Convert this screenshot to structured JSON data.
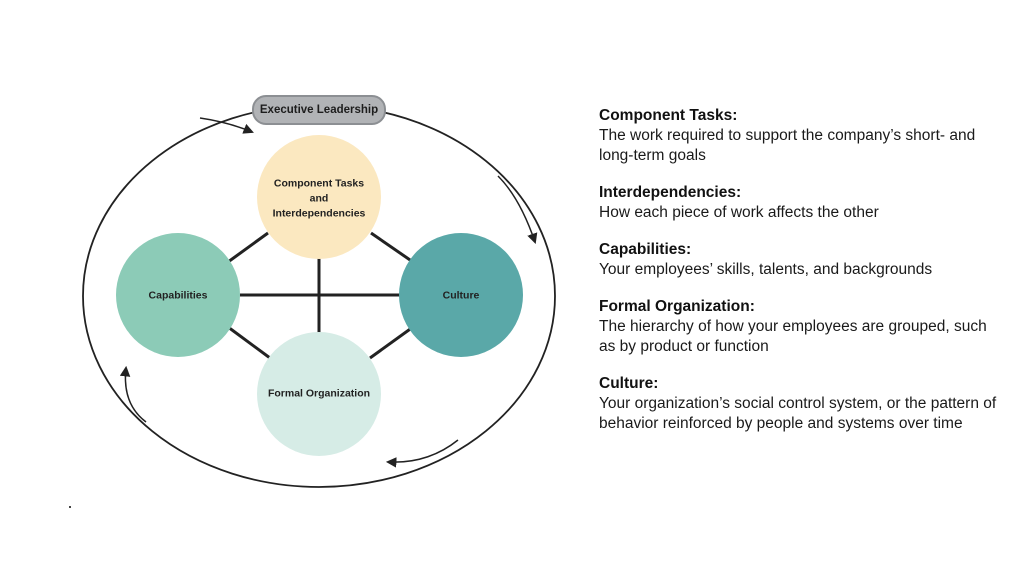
{
  "diagram": {
    "executive_leadership": "Executive Leadership",
    "nodes": {
      "component_tasks": "Component Tasks\nand\nInterdependencies",
      "capabilities": "Capabilities",
      "culture": "Culture",
      "formal_organization": "Formal Organization"
    },
    "colors": {
      "component_tasks": "#fbe8c0",
      "capabilities": "#8ccbb7",
      "culture": "#5aa8a8",
      "formal_organization": "#d6ece6",
      "exec_pill": "#b1b3b6"
    }
  },
  "legend": [
    {
      "title": "Component Tasks:",
      "desc": "The work required to support the company’s short- and long-term goals"
    },
    {
      "title": "Interdependencies:",
      "desc": "How each piece of work affects the other"
    },
    {
      "title": "Capabilities:",
      "desc": "Your employees’ skills, talents, and backgrounds"
    },
    {
      "title": "Formal Organization:",
      "desc": "The hierarchy of how your employees are grouped, such as by product or function"
    },
    {
      "title": "Culture:",
      "desc": "Your organization’s social control system, or the pattern of behavior reinforced by people and systems over time"
    }
  ]
}
